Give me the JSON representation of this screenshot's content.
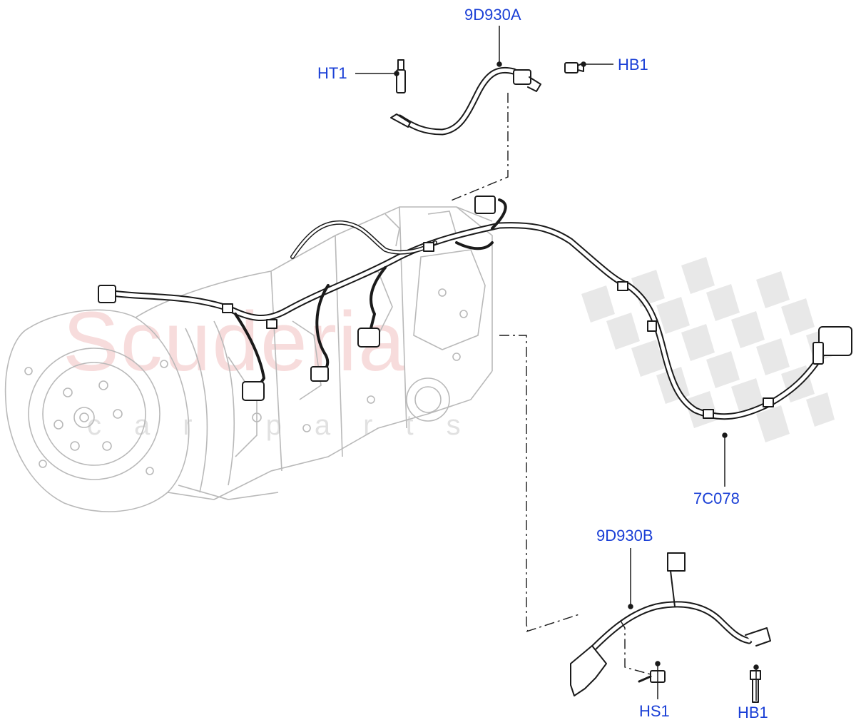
{
  "watermark": {
    "brand": "Scuderia",
    "tagline": "car parts"
  },
  "callouts": {
    "harness_upper": "9D930A",
    "harness_lower": "9D930B",
    "main_harness": "7C078",
    "sensor_top": "HT1",
    "bolt_top": "HB1",
    "stud_lower": "HS1",
    "bolt_lower": "HB1"
  },
  "colors": {
    "callout_text": "#1a3fd6",
    "line_art": "#1a1a1a",
    "transmission_ghost": "#b9b9b9",
    "watermark_red": "#e89696",
    "watermark_checker": "#d0d0d0"
  }
}
